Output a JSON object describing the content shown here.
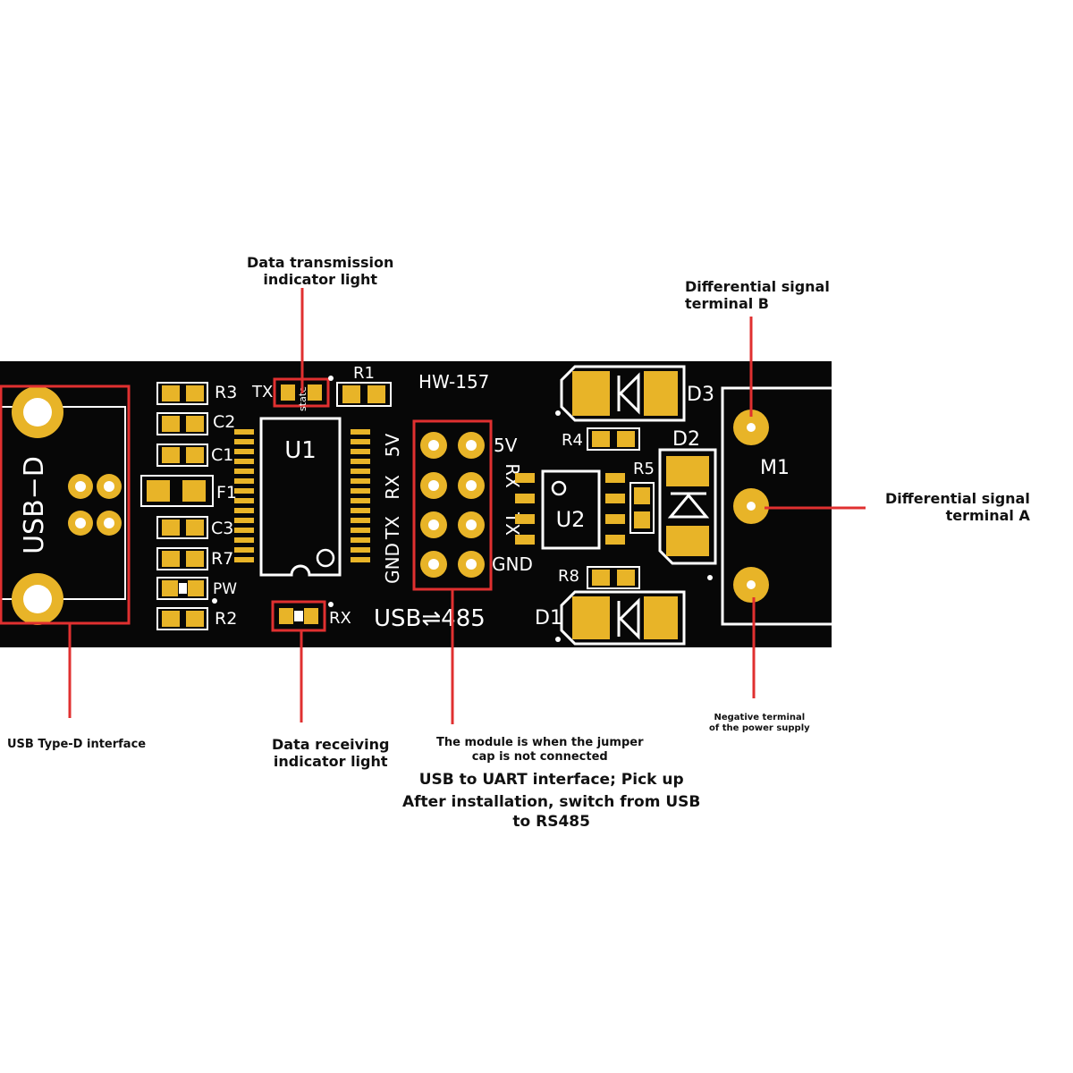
{
  "colors": {
    "board": "#070707",
    "pad": "#e8b428",
    "silkscreen": "#ffffff",
    "callout": "#e03030",
    "caption": "#111111"
  },
  "board": {
    "model": "HW-157",
    "connector_label": "USB−D",
    "u1": "U1",
    "u2": "U2",
    "m1": "M1",
    "usb485": "USB⇌485",
    "header_left": [
      "5V",
      "RX",
      "TX",
      "GND"
    ],
    "header_right": [
      "5V",
      "RX",
      "TX",
      "GND"
    ],
    "parts": {
      "r1": "R1",
      "r2": "R2",
      "r3": "R3",
      "r4": "R4",
      "r5": "R5",
      "r7": "R7",
      "r8": "R8",
      "c1": "C1",
      "c2": "C2",
      "c3": "C3",
      "f1": "F1",
      "pw": "PW",
      "tx": "TX",
      "rx": "RX",
      "d1": "D1",
      "d2": "D2",
      "d3": "D3",
      "state": "state"
    }
  },
  "annotations": {
    "tx_light": [
      "Data transmission",
      "indicator light"
    ],
    "rx_light": [
      "Data receiving",
      "indicator light"
    ],
    "usb_interface": "USB Type-D interface",
    "terminal_b": [
      "Differential signal",
      "terminal B"
    ],
    "terminal_a": [
      "Differential signal",
      "terminal A"
    ],
    "negative": [
      "Negative terminal",
      "of the power supply"
    ],
    "jumper_note": [
      "The module is when the jumper",
      "cap is not connected"
    ],
    "uart_note": [
      "USB to UART interface; Pick up",
      "After installation, switch from USB",
      "to RS485"
    ]
  }
}
